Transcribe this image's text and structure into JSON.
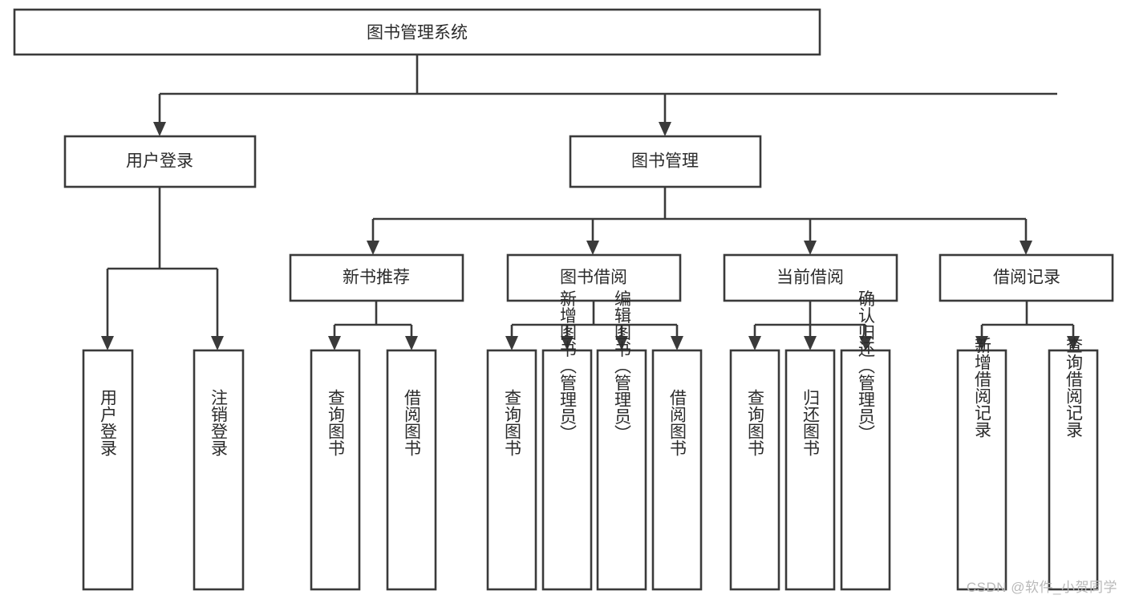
{
  "diagram": {
    "title": "图书管理系统",
    "type": "tree-hierarchy",
    "watermark": "CSDN @软件_小贺同学",
    "colors": {
      "stroke": "#3a3a3a",
      "box_fill": "#ffffff",
      "text": "#2b2b2b",
      "background": "#ffffff",
      "watermark": "#b9b9b9"
    },
    "root": {
      "label": "图书管理系统"
    },
    "level2": [
      {
        "label": "用户登录"
      },
      {
        "label": "图书管理"
      }
    ],
    "level3": [
      {
        "label": "新书推荐"
      },
      {
        "label": "图书借阅"
      },
      {
        "label": "当前借阅"
      },
      {
        "label": "借阅记录"
      }
    ],
    "leaves": {
      "user_login": [
        {
          "label": "用户登录"
        },
        {
          "label": "注销登录"
        }
      ],
      "new_book_recommend": [
        {
          "label": "查询图书"
        },
        {
          "label": "借阅图书"
        }
      ],
      "book_borrow": [
        {
          "label": "查询图书"
        },
        {
          "label": "新增图书（管理员）"
        },
        {
          "label": "编辑图书（管理员）"
        },
        {
          "label": "借阅图书"
        }
      ],
      "current_borrow": [
        {
          "label": "查询图书"
        },
        {
          "label": "归还图书"
        },
        {
          "label": "确认归还（管理员）"
        }
      ],
      "borrow_record": [
        {
          "label": "新增借阅记录"
        },
        {
          "label": "查询借阅记录"
        }
      ]
    }
  }
}
